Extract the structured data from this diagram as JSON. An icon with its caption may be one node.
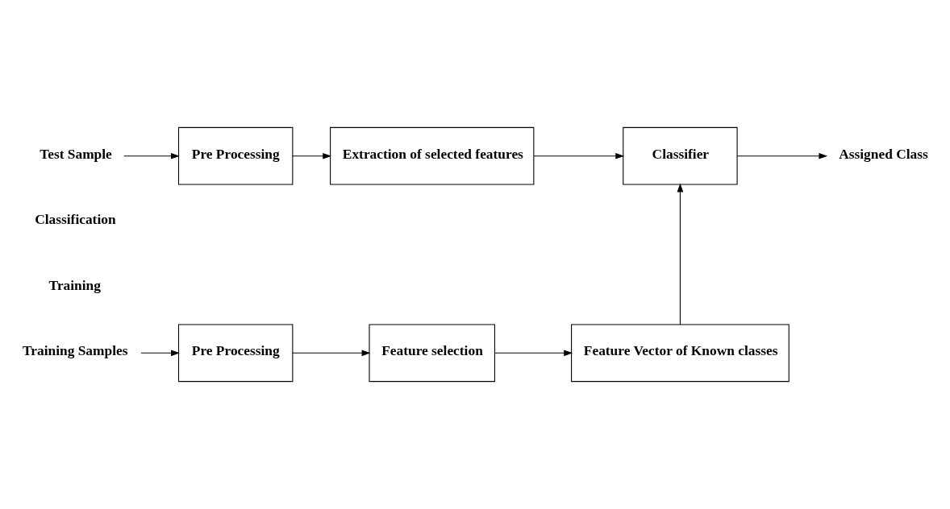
{
  "diagram": {
    "nodes": [
      {
        "text": [
          "Test Sample"
        ]
      },
      {
        "text": [
          "Pre Processing"
        ]
      },
      {
        "text": [
          "Extraction of selected features"
        ]
      },
      {
        "text": [
          "Classifier"
        ]
      },
      {
        "text": [
          "Assigned Class"
        ]
      },
      {
        "text": [
          "Training Samples"
        ]
      },
      {
        "text": [
          "Pre Processing"
        ]
      },
      {
        "text": [
          "Feature selection"
        ]
      },
      {
        "text": [
          "Feature Vector of Known classes"
        ]
      }
    ],
    "edges": [
      {
        "from": 0,
        "to": 1,
        "arrow": "to"
      },
      {
        "from": 1,
        "to": 2,
        "arrow": "to"
      },
      {
        "from": 2,
        "to": 3,
        "arrow": "to"
      },
      {
        "from": 3,
        "to": 4,
        "arrow": "to"
      },
      {
        "from": 5,
        "to": 6,
        "arrow": "to"
      },
      {
        "from": 6,
        "to": 7,
        "arrow": "to"
      },
      {
        "from": 7,
        "to": 8,
        "arrow": "to"
      },
      {
        "from": 8,
        "to": 3,
        "arrow": "to"
      }
    ],
    "labels": [
      "Classification",
      "Training"
    ]
  }
}
